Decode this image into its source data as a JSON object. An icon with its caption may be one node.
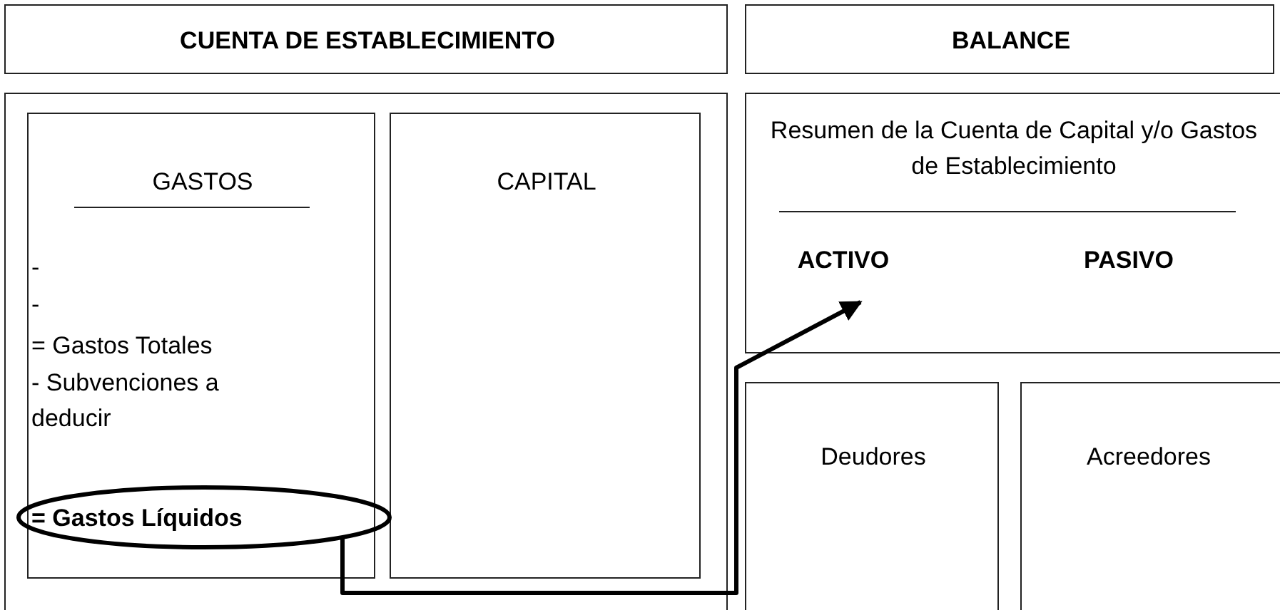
{
  "diagram": {
    "nodes": [
      {
        "text": [
          "CUENTA DE ESTABLECIMIENTO"
        ]
      },
      {
        "text": [
          "BALANCE"
        ]
      },
      {
        "text": [],
        "shape": "box"
      },
      {
        "text": [
          "GASTOS",
          "-",
          "-",
          "= Gastos Totales",
          "- Subvenciones a deducir"
        ],
        "in": 2
      },
      {
        "text": [
          "CAPITAL"
        ],
        "in": 2
      },
      {
        "text": [
          "= Gastos Líquidos"
        ],
        "in": 3
      },
      {
        "text": [
          "Resumen de la Cuenta de Capital y/o Gastos de Establecimiento",
          "ACTIVO",
          "PASIVO"
        ]
      },
      {
        "text": [
          "Deudores"
        ]
      },
      {
        "text": [
          "Acreedores"
        ]
      }
    ],
    "edges": [
      {
        "from": 5,
        "to": 6,
        "arrow": "to"
      }
    ]
  }
}
